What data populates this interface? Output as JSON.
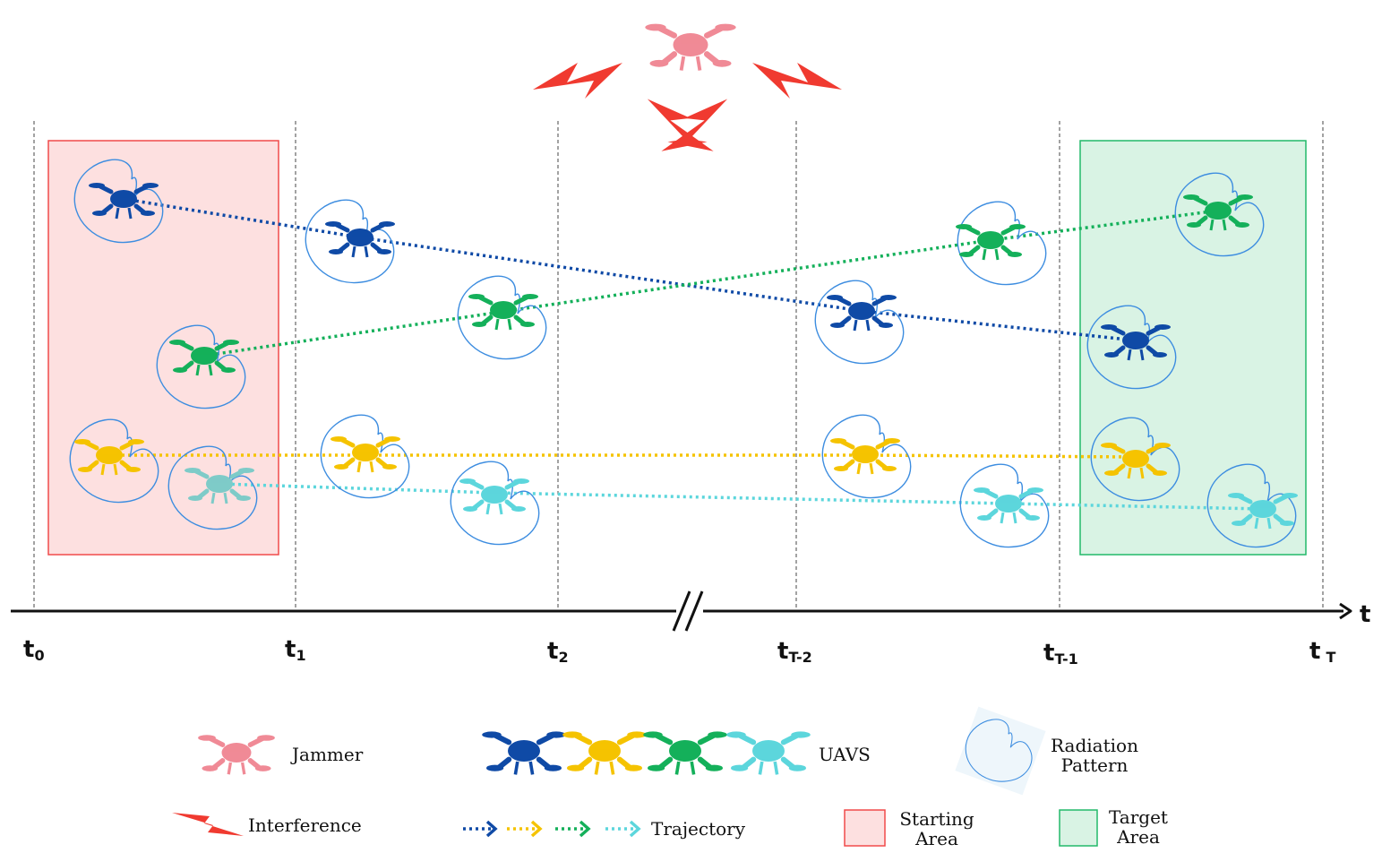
{
  "colors": {
    "jammer": "#f08a96",
    "jammer_dark": "#d9323f",
    "interference": "#f03a30",
    "blue": "#0f4aa6",
    "yellow": "#f5c300",
    "green": "#14b05a",
    "cyan": "#5cd6dc",
    "cyan_start": "#7ecbc8",
    "radiation": "#3d8de0",
    "start_fill": "#fde0e0",
    "start_stroke": "#f04a4a",
    "target_fill": "#d9f3e4",
    "target_stroke": "#22b96a",
    "axis": "#111111"
  },
  "time_axis": {
    "axis_label": "t",
    "ticks": [
      {
        "main": "t",
        "sub": "0"
      },
      {
        "main": "t",
        "sub": "1"
      },
      {
        "main": "t",
        "sub": "2"
      },
      {
        "main": "t",
        "sub": "T-2"
      },
      {
        "main": "t",
        "sub": "T-1"
      },
      {
        "main": "t",
        "sub": "T"
      }
    ],
    "break_symbol": "//"
  },
  "legend": {
    "jammer": "Jammer",
    "uavs": "UAVS",
    "radiation_line1": "Radiation",
    "radiation_line2": "Pattern",
    "interference": "Interference",
    "trajectory": "Trajectory",
    "starting_line1": "Starting",
    "starting_line2": "Area",
    "target_line1": "Target",
    "target_line2": "Area"
  },
  "icons": {
    "jammer": "drone-icon",
    "uav": "drone-icon",
    "interference": "lightning-bolt-icon",
    "radiation": "cardioid-icon",
    "trajectory": "dotted-arrow-icon"
  }
}
